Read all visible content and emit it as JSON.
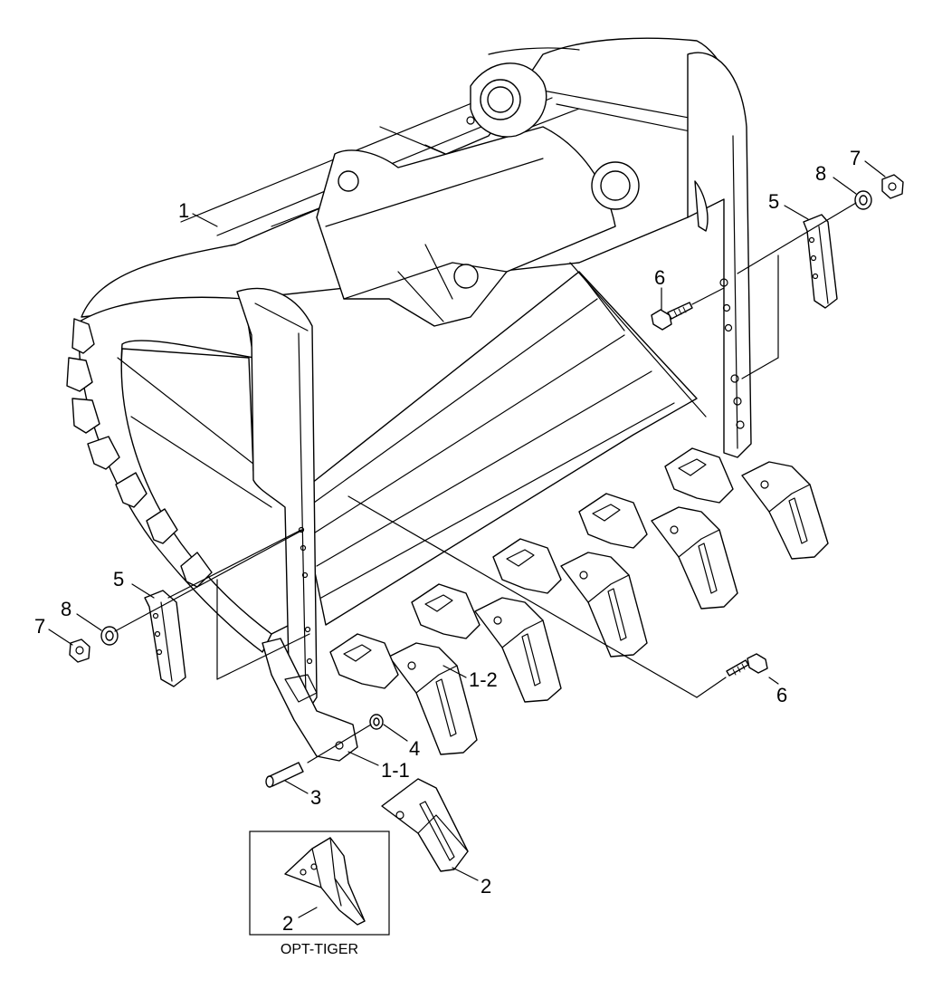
{
  "callouts": {
    "bucket": "1",
    "side_cutter_left": "5",
    "side_cutter_right": "5",
    "washer_left": "8",
    "washer_right": "8",
    "nut_left": "7",
    "nut_right": "7",
    "bolt_top": "6",
    "bolt_bottom": "6",
    "adapter_center": "1-2",
    "lock_washer": "4",
    "adapter_corner": "1-1",
    "pin": "3",
    "tooth_standard": "2",
    "tooth_tiger": "2"
  },
  "option_box": {
    "caption": "OPT-TIGER"
  }
}
